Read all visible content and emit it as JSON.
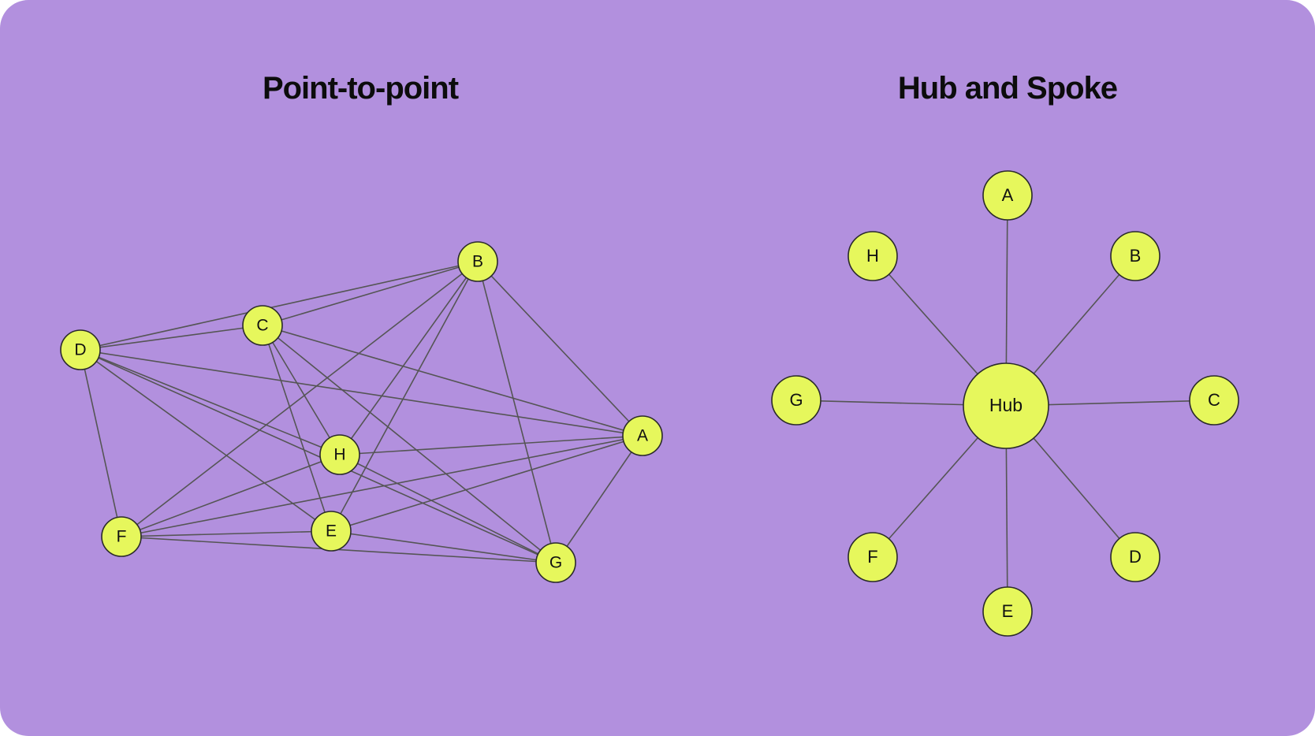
{
  "colors": {
    "background": "#b290de",
    "node_fill": "#e6f75c",
    "node_stroke": "#2a2a2a",
    "edge": "#555555"
  },
  "point_to_point": {
    "title": "Point-to-point",
    "nodes": [
      {
        "id": "A",
        "label": "A"
      },
      {
        "id": "B",
        "label": "B"
      },
      {
        "id": "C",
        "label": "C"
      },
      {
        "id": "D",
        "label": "D"
      },
      {
        "id": "E",
        "label": "E"
      },
      {
        "id": "F",
        "label": "F"
      },
      {
        "id": "G",
        "label": "G"
      },
      {
        "id": "H",
        "label": "H"
      }
    ],
    "edges": [
      [
        "A",
        "B"
      ],
      [
        "A",
        "D"
      ],
      [
        "A",
        "C"
      ],
      [
        "A",
        "H"
      ],
      [
        "A",
        "E"
      ],
      [
        "A",
        "F"
      ],
      [
        "A",
        "G"
      ],
      [
        "B",
        "D"
      ],
      [
        "B",
        "C"
      ],
      [
        "B",
        "H"
      ],
      [
        "B",
        "E"
      ],
      [
        "B",
        "F"
      ],
      [
        "B",
        "G"
      ],
      [
        "C",
        "D"
      ],
      [
        "C",
        "H"
      ],
      [
        "C",
        "E"
      ],
      [
        "C",
        "G"
      ],
      [
        "D",
        "H"
      ],
      [
        "D",
        "E"
      ],
      [
        "D",
        "F"
      ],
      [
        "D",
        "G"
      ],
      [
        "H",
        "F"
      ],
      [
        "H",
        "G"
      ],
      [
        "E",
        "F"
      ],
      [
        "E",
        "G"
      ],
      [
        "F",
        "G"
      ]
    ]
  },
  "hub_and_spoke": {
    "title": "Hub and Spoke",
    "hub": {
      "id": "Hub",
      "label": "Hub"
    },
    "spokes": [
      {
        "id": "A",
        "label": "A"
      },
      {
        "id": "B",
        "label": "B"
      },
      {
        "id": "C",
        "label": "C"
      },
      {
        "id": "D",
        "label": "D"
      },
      {
        "id": "E",
        "label": "E"
      },
      {
        "id": "F",
        "label": "F"
      },
      {
        "id": "G",
        "label": "G"
      },
      {
        "id": "H",
        "label": "H"
      }
    ]
  }
}
